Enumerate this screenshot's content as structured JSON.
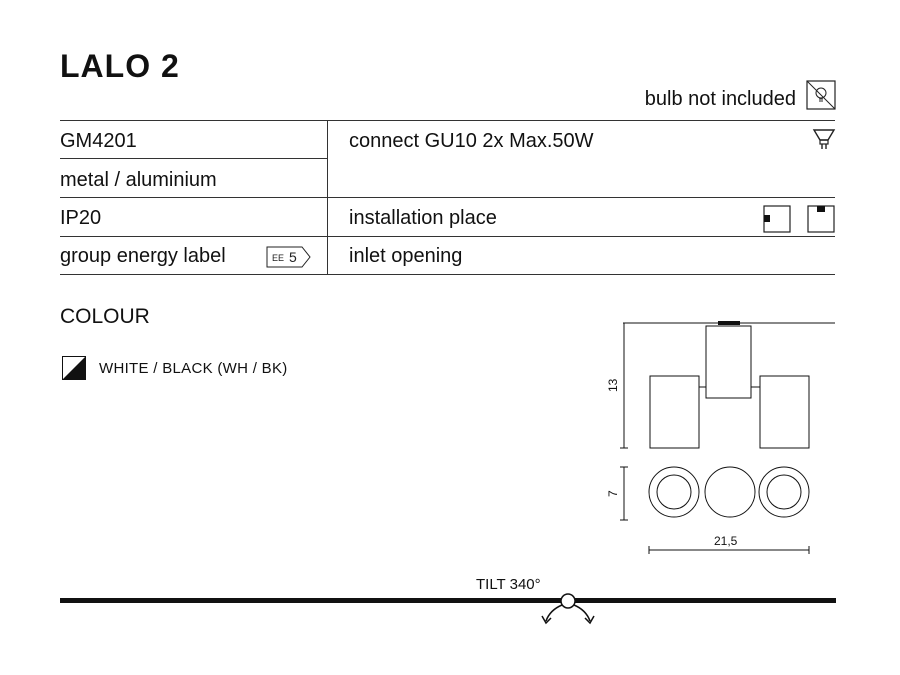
{
  "title": "LALO 2",
  "bulb_note": "bulb not included",
  "spec_table": {
    "code": "GM4201",
    "material": "metal / aluminium",
    "ip_rating": "IP20",
    "energy_label": "group energy label",
    "energy_class": "5",
    "energy_prefix": "EE",
    "connect": "connect GU10 2x Max.50W",
    "installation": "installation place",
    "inlet": "inlet opening"
  },
  "colour": {
    "heading": "COLOUR",
    "option": "WHITE / BLACK (WH / BK)"
  },
  "drawing": {
    "height_label": "13",
    "depth_label": "7",
    "width_label": "21,5",
    "tilt_label": "TILT 340°"
  },
  "icons": [
    "bulb-crossed-icon",
    "gu10-bulb-icon",
    "wall-mount-icon",
    "ceiling-mount-icon",
    "energy-label-icon",
    "colour-swatch-icon",
    "tilt-arrows-icon"
  ]
}
